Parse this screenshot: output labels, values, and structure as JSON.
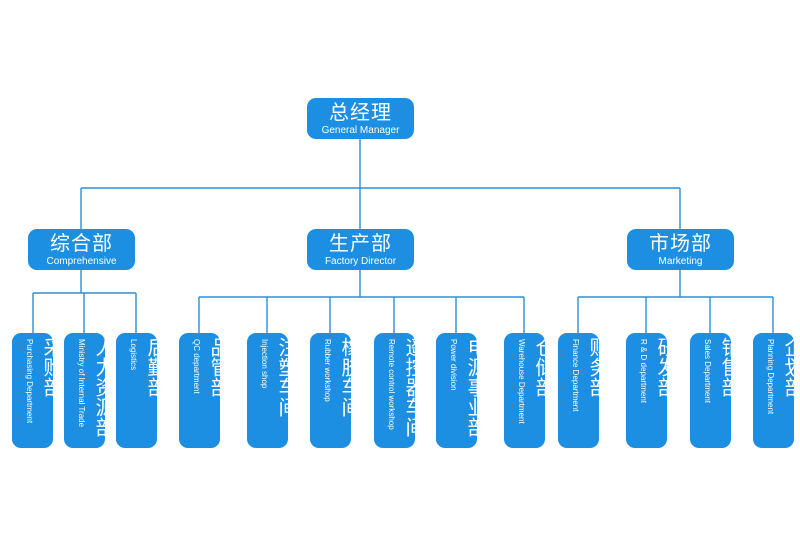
{
  "diagram": {
    "line_color": "#2b8fd6",
    "box_color": "#1d8fe3",
    "root": {
      "zh": "总经理",
      "en": "General Manager"
    },
    "divisions": [
      {
        "zh": "综合部",
        "en": "Comprehensive",
        "departments": [
          {
            "zh": "采购部",
            "en": "Purchasing Department"
          },
          {
            "zh": "人力资源部",
            "en": "Ministry of Internal Trade"
          },
          {
            "zh": "后勤部",
            "en": "Logistics"
          }
        ]
      },
      {
        "zh": "生产部",
        "en": "Factory Director",
        "departments": [
          {
            "zh": "品管部",
            "en": "QC department"
          },
          {
            "zh": "注塑车间",
            "en": "Injection shop"
          },
          {
            "zh": "橡胶车间",
            "en": "Rubber workshop"
          },
          {
            "zh": "遥控器车间",
            "en": "Remote control workshop"
          },
          {
            "zh": "电源事业部",
            "en": "Power division"
          },
          {
            "zh": "仓储部",
            "en": "Warehouse Department"
          }
        ]
      },
      {
        "zh": "市场部",
        "en": "Marketing",
        "departments": [
          {
            "zh": "财务部",
            "en": "Finance Department"
          },
          {
            "zh": "研发部",
            "en": "R & D department"
          },
          {
            "zh": "销售部",
            "en": "Sales Department"
          },
          {
            "zh": "企划部",
            "en": "Planning Department"
          }
        ]
      }
    ]
  }
}
